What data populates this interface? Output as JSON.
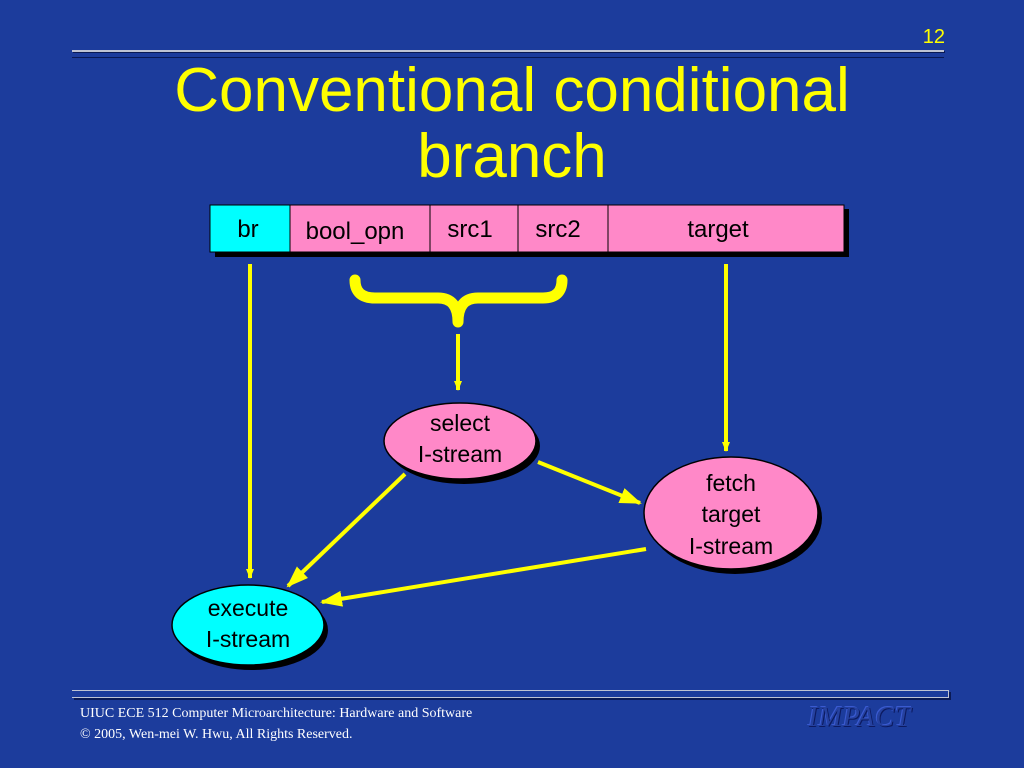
{
  "slide": {
    "page_number": "12",
    "title_line1": "Conventional conditional",
    "title_line2": "branch"
  },
  "instruction_fields": [
    {
      "label": "br",
      "color": "#00ffff"
    },
    {
      "label": "bool_opn",
      "color": "#ff88c8"
    },
    {
      "label": "src1",
      "color": "#ff88c8"
    },
    {
      "label": "src2",
      "color": "#ff88c8"
    },
    {
      "label": "target",
      "color": "#ff88c8"
    }
  ],
  "nodes": {
    "select": {
      "line1": "select",
      "line2": "I-stream",
      "color": "#ff88c8"
    },
    "fetch": {
      "line1": "fetch",
      "line2": "target",
      "line3": "I-stream",
      "color": "#ff88c8"
    },
    "execute": {
      "line1": "execute",
      "line2": "I-stream",
      "color": "#00ffff"
    }
  },
  "footer": {
    "line1": "UIUC ECE 512 Computer Microarchitecture: Hardware and Software",
    "line2": "© 2005, Wen-mei W. Hwu, All Rights Reserved.",
    "logo": "IMPACT"
  },
  "colors": {
    "background": "#1c3c9c",
    "title": "#ffff00",
    "arrow": "#ffff00"
  }
}
